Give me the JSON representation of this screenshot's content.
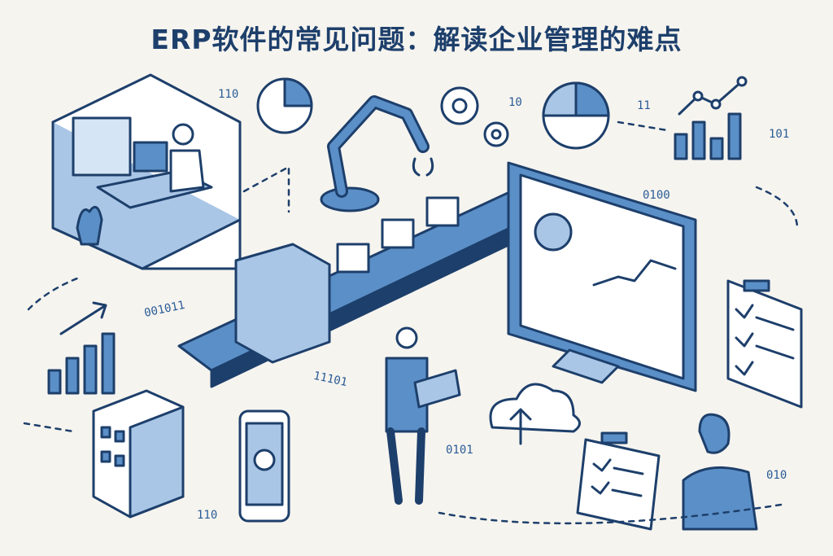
{
  "title": "ERP软件的常见问题：解读企业管理的难点",
  "binary_labels": [
    "110",
    "10",
    "11",
    "101",
    "0100",
    "001011",
    "11101",
    "0101",
    "110",
    "010"
  ],
  "colors": {
    "primary": "#1d3f6b",
    "accent": "#5b8fc7",
    "light": "#a9c6e6",
    "background": "#f6f4ef"
  }
}
